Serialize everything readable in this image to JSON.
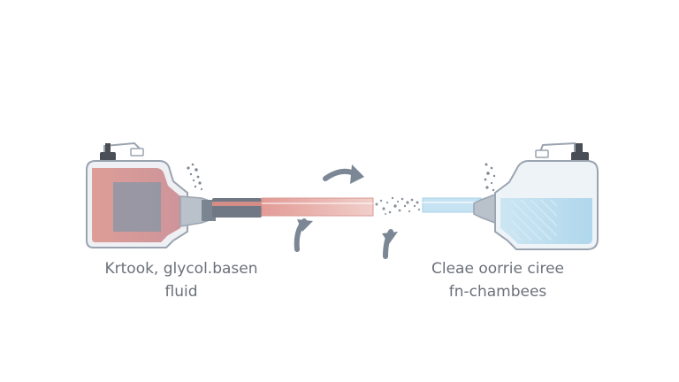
{
  "left_container": {
    "caption_lines": [
      "Krtook, glycol.basen",
      "fluid"
    ],
    "fluid_color": "#d98f86"
  },
  "right_container": {
    "caption_lines": [
      "Cleae oorrie ciree",
      "fn-chambees"
    ],
    "fluid_color": "#a9d4ea"
  },
  "colors": {
    "outline": "#9aa4b0",
    "arrow": "#7b8794",
    "hose_red": "#e7a6a0",
    "hose_blue": "#b8def0",
    "nozzle": "#8e99a6"
  },
  "icons": {
    "cap": "cap-icon",
    "flow_arrows": "curved-arrow-icon",
    "spray": "particle-spray-icon"
  }
}
